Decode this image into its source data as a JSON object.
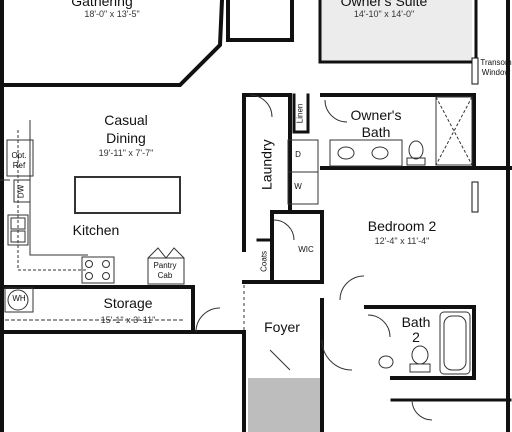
{
  "rooms": {
    "gathering": {
      "name": "Gathering",
      "dims": "18'-0\" x 13'-5\""
    },
    "owners_suite": {
      "name": "Owner's Suite",
      "dims": "14'-10\" x 14'-0\""
    },
    "casual_dining": {
      "name_line1": "Casual",
      "name_line2": "Dining",
      "dims": "19'-11\" x 7'-7\""
    },
    "kitchen": {
      "name": "Kitchen"
    },
    "laundry": {
      "name": "Laundry"
    },
    "linen": {
      "name": "Linen"
    },
    "owners_bath": {
      "name_line1": "Owner's",
      "name_line2": "Bath"
    },
    "bedroom2": {
      "name": "Bedroom 2",
      "dims": "12'-4\" x 11'-4\""
    },
    "wic": {
      "name": "WIC"
    },
    "coats": {
      "name": "Coats"
    },
    "storage": {
      "name": "Storage",
      "dims": "15'-1\" x 3'-11\""
    },
    "foyer": {
      "name": "Foyer"
    },
    "bath2": {
      "name_line1": "Bath",
      "name_line2": "2"
    }
  },
  "fixtures": {
    "opt_ref_line1": "Opt.",
    "opt_ref_line2": "Ref",
    "dw": "DW",
    "pantry_line1": "Pantry",
    "pantry_line2": "Cab",
    "wh": "WH",
    "dryer": "D",
    "washer": "W",
    "transom_line1": "Transom",
    "transom_line2": "Window"
  }
}
